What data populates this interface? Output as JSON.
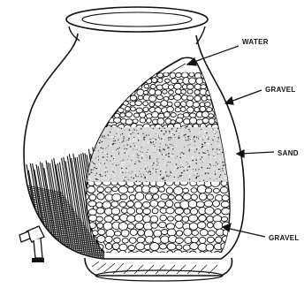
{
  "labels": {
    "water": "WATER",
    "gravel_top": "GRAVEL",
    "sand": "SAND",
    "gravel_bottom": "GRAVEL"
  },
  "colors": {
    "ink": "#111111",
    "paper": "#ffffff",
    "sand": "#d8d8d8"
  }
}
